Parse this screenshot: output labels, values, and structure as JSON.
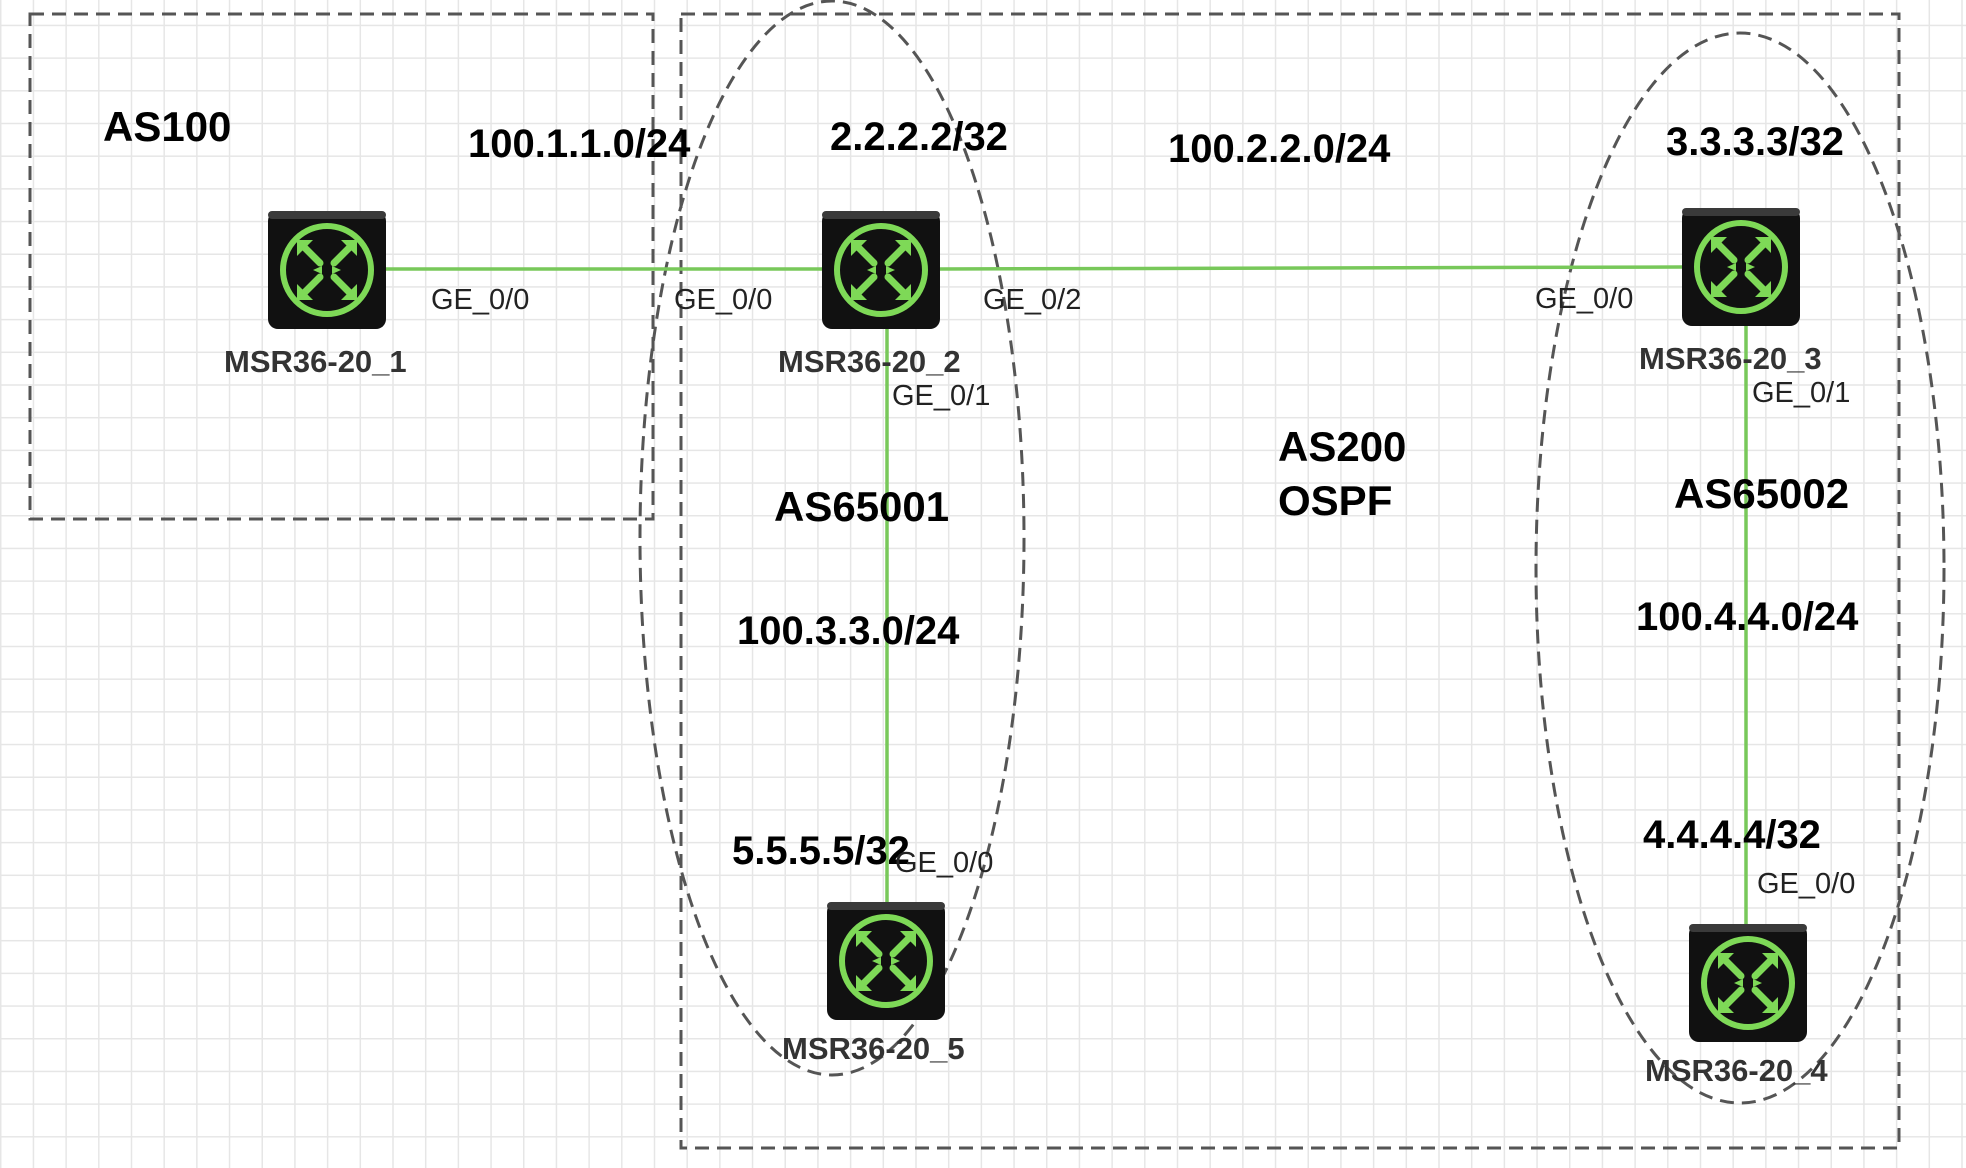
{
  "zones": {
    "as100": {
      "label": "AS100"
    },
    "as200": {
      "label": "AS200",
      "sublabel": "OSPF"
    },
    "as65001": {
      "label": "AS65001"
    },
    "as65002": {
      "label": "AS65002"
    }
  },
  "nodes": [
    {
      "id": "r1",
      "name": "MSR36-20_1"
    },
    {
      "id": "r2",
      "name": "MSR36-20_2"
    },
    {
      "id": "r3",
      "name": "MSR36-20_3"
    },
    {
      "id": "r4",
      "name": "MSR36-20_4"
    },
    {
      "id": "r5",
      "name": "MSR36-20_5"
    }
  ],
  "addresses": {
    "r2_loopback": "2.2.2.2/32",
    "r3_loopback": "3.3.3.3/32",
    "r4_loopback": "4.4.4.4/32",
    "r5_loopback": "5.5.5.5/32"
  },
  "links": [
    {
      "id": "r1-r2",
      "subnet": "100.1.1.0/24",
      "a_if": "GE_0/0",
      "b_if": "GE_0/0"
    },
    {
      "id": "r2-r3",
      "subnet": "100.2.2.0/24",
      "a_if": "GE_0/2",
      "b_if": "GE_0/0"
    },
    {
      "id": "r2-r5",
      "subnet": "100.3.3.0/24",
      "a_if": "GE_0/1",
      "b_if": "GE_0/0"
    },
    {
      "id": "r3-r4",
      "subnet": "100.4.4.0/24",
      "a_if": "GE_0/1",
      "b_if": "GE_0/0"
    }
  ],
  "colors": {
    "link": "#78c85a",
    "router_body": "#111111",
    "router_ring": "#7ed957",
    "zone_border": "#555555",
    "grid": "#e6e6e6"
  },
  "icons": {
    "router": "router-icon"
  }
}
